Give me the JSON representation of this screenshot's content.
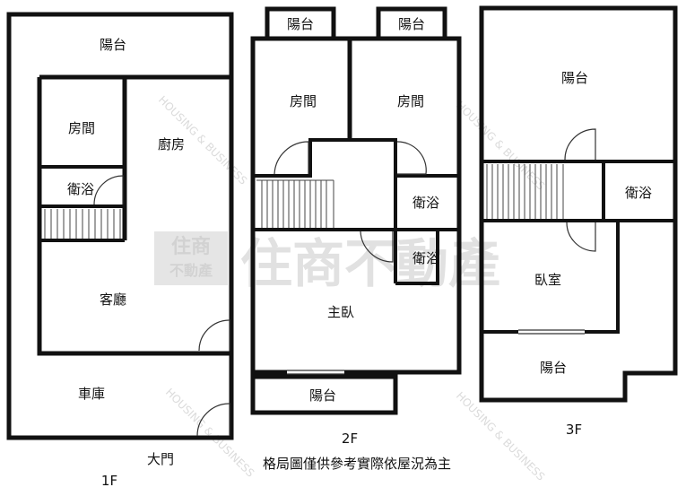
{
  "floors": {
    "f1": {
      "label": "1F",
      "rooms": {
        "balcony": "陽台",
        "room": "房間",
        "kitchen": "廚房",
        "bathroom": "衛浴",
        "living": "客廳",
        "garage": "車庫"
      },
      "entrance": "大門"
    },
    "f2": {
      "label": "2F",
      "rooms": {
        "balcony_left": "陽台",
        "balcony_right": "陽台",
        "room_left": "房間",
        "room_right": "房間",
        "bathroom_upper": "衛浴",
        "bathroom_lower": "衛浴",
        "master": "主臥",
        "balcony_bottom": "陽台"
      }
    },
    "f3": {
      "label": "3F",
      "rooms": {
        "balcony_top": "陽台",
        "bathroom": "衛浴",
        "bedroom": "臥室",
        "balcony_bottom": "陽台"
      }
    }
  },
  "caption": "格局圖僅供參考實際依屋況為主",
  "watermark": {
    "brand": "住商不動產",
    "logo_top": "住商",
    "logo_bottom": "不動產",
    "english": "HOUSING & BUSINESS",
    "color": "#c9c9c9"
  },
  "colors": {
    "wall": "#111111",
    "background": "#ffffff"
  }
}
